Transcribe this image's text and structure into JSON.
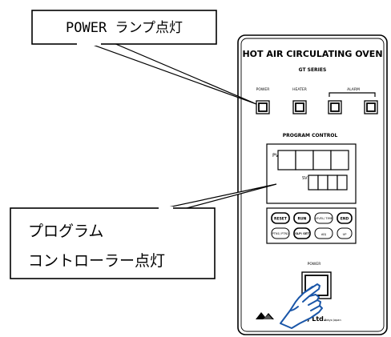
{
  "callouts": {
    "power_lamp": "POWER ランプ点灯",
    "controller_line1": "プログラム",
    "controller_line2": "コントローラー点灯"
  },
  "panel": {
    "title": "HOT AIR CIRCULATING OVEN",
    "series": "GT SERIES",
    "lamp_labels": [
      "POWER",
      "HEATER",
      "ALARM"
    ],
    "program_control": "PROGRAM CONTROL",
    "pv_label": "PV",
    "sv_label": "SV",
    "buttons_row1": [
      "RESET",
      "RUN",
      "LEVEL/ TIME",
      "END"
    ],
    "buttons_row2": [
      "PTN1/ PTN2",
      "SLP/ SET",
      "ADJ",
      "UP"
    ],
    "power_switch_label": "POWER",
    "brand": "Co., Ltd.",
    "brand_sub": "Tokyo Japan"
  }
}
